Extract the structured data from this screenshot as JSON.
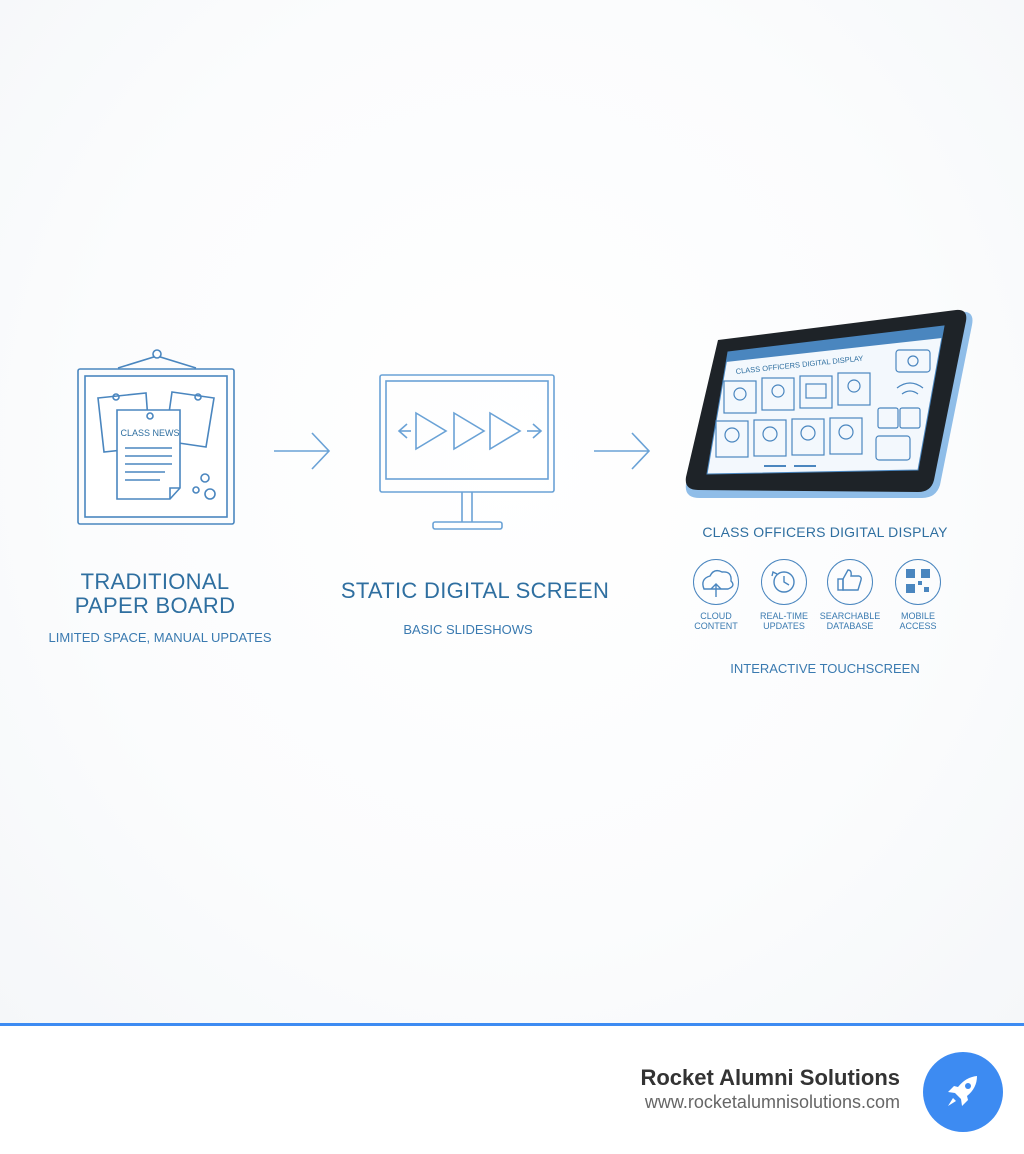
{
  "stages": [
    {
      "title_lines": [
        "TRADITIONAL",
        "PAPER BOARD"
      ],
      "subtitle": "LIMITED SPACE, MANUAL UPDATES",
      "note_label": "CLASS NEWS"
    },
    {
      "title": "STATIC DIGITAL SCREEN",
      "subtitle": "BASIC SLIDESHOWS"
    },
    {
      "screen_header": "CLASS OFFICERS DIGITAL DISPLAY",
      "title": "CLASS OFFICERS DIGITAL DISPLAY",
      "features": [
        {
          "label": "CLOUD CONTENT",
          "icon": "cloud-icon"
        },
        {
          "label": "REAL-TIME UPDATES",
          "icon": "clock-refresh-icon"
        },
        {
          "label": "SEARCHABLE DATABASE",
          "icon": "thumbs-up-icon"
        },
        {
          "label": "MOBILE ACCESS",
          "icon": "qr-code-icon"
        }
      ],
      "subtitle": "INTERACTIVE TOUCHSCREEN"
    }
  ],
  "footer": {
    "brand_name": "Rocket Alumni Solutions",
    "url": "www.rocketalumnisolutions.com",
    "accent": "#3d8bf2"
  },
  "colors": {
    "line": "#4a86bf",
    "text": "#2f6fa0"
  }
}
